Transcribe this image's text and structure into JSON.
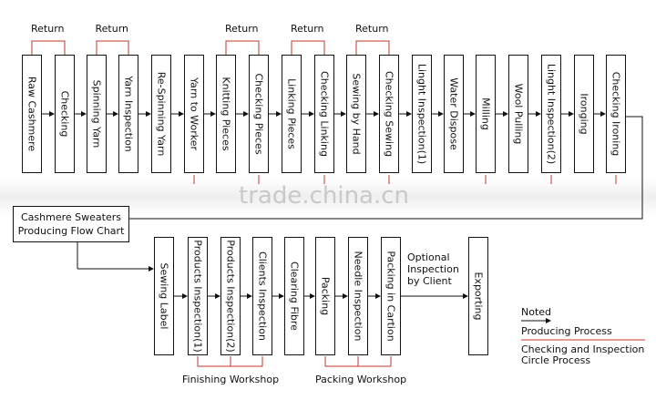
{
  "top_row": [
    "Raw Cashmere",
    "Checking",
    "Spinning Yarn",
    "Yarn Inspection",
    "Re-Spinning Yarn",
    "Yarn to Worker",
    "Knitting Pieces",
    "Checking Pieces",
    "Linking Pieces",
    "Checking Linking",
    "Sewing by Hand",
    "Checking Sewing",
    "Linght Inspection(1)",
    "Water Dispose",
    "Milling",
    "Wool Pulling",
    "Linght Inspection(2)",
    "Ironging",
    "Checking Ironing"
  ],
  "bottom_row": [
    "Sewing Label",
    "Products Inspection(1)",
    "Products Inspection(2)",
    "Clients Inspection",
    "Clearing Fibre",
    "Packing",
    "Needle Inspection",
    "Packing in Cartion",
    "Exporting"
  ],
  "return_label": "Return",
  "title": {
    "line1": "Cashmere Sweaters",
    "line2": "Producing Flow Chart"
  },
  "optional_inspection": [
    "Optional",
    "Inspection",
    "by Client"
  ],
  "workshops": {
    "finishing": "Finishing Workshop",
    "packing": "Packing Workshop"
  },
  "legend": {
    "title": "Noted",
    "producing": "Producing Process",
    "checking_line1": "Checking and Inspection",
    "checking_line2": "Circle Process"
  },
  "watermark": "trade.china.cn",
  "colors": {
    "line": "#111111",
    "return_loop": "#c0392b",
    "watermark": "#c9c9c9"
  }
}
